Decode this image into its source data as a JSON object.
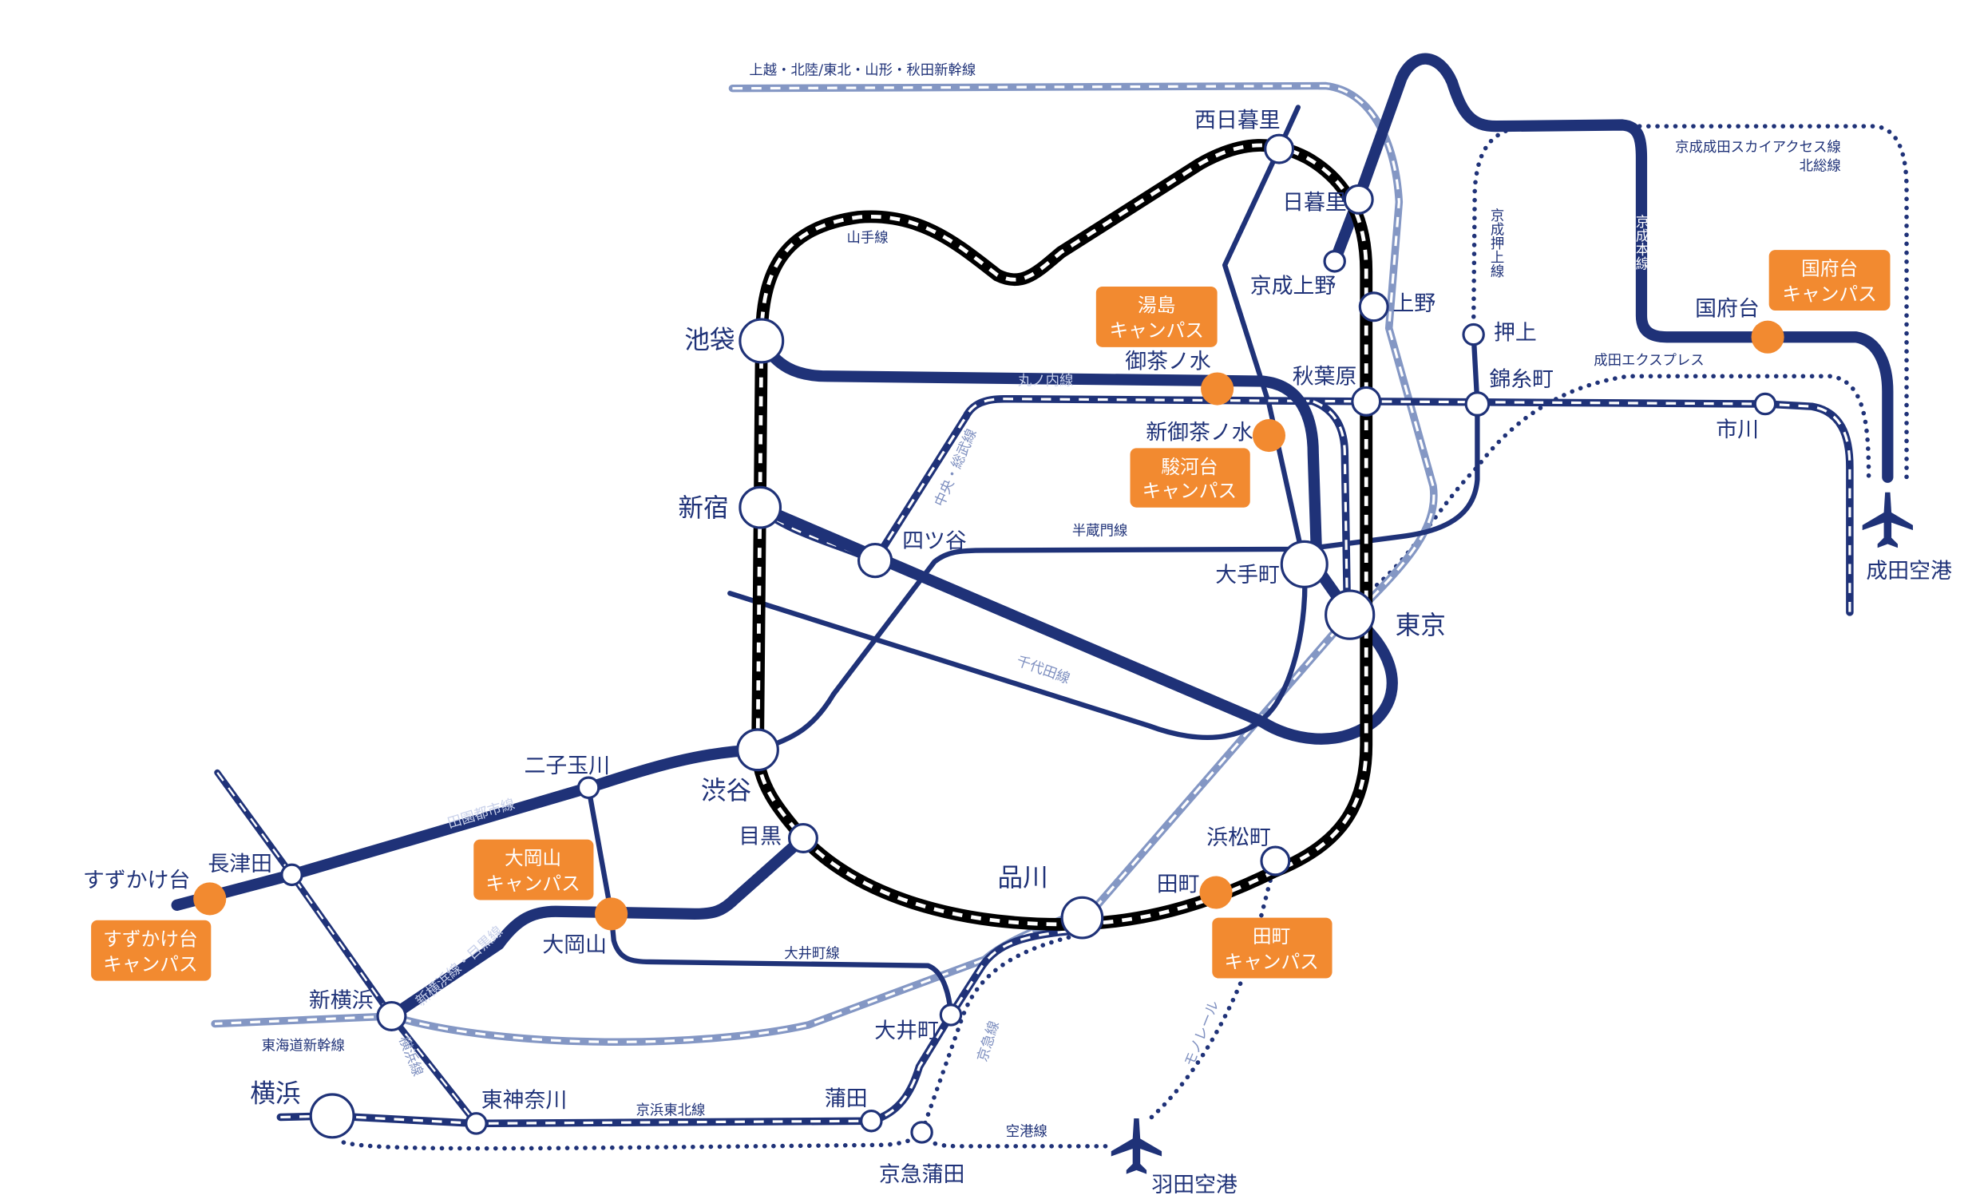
{
  "colors": {
    "navy": "#1f3278",
    "light_blue": "#8497c4",
    "orange": "#f28a30",
    "yamanote": "#000000"
  },
  "stations": [
    {
      "name": "池袋"
    },
    {
      "name": "新宿"
    },
    {
      "name": "四ツ谷"
    },
    {
      "name": "渋谷"
    },
    {
      "name": "目黒"
    },
    {
      "name": "品川"
    },
    {
      "name": "田町"
    },
    {
      "name": "浜松町"
    },
    {
      "name": "東京"
    },
    {
      "name": "大手町"
    },
    {
      "name": "秋葉原"
    },
    {
      "name": "上野"
    },
    {
      "name": "京成上野"
    },
    {
      "name": "日暮里"
    },
    {
      "name": "西日暮里"
    },
    {
      "name": "御茶ノ水"
    },
    {
      "name": "新御茶ノ水"
    },
    {
      "name": "押上"
    },
    {
      "name": "錦糸町"
    },
    {
      "name": "市川"
    },
    {
      "name": "国府台"
    },
    {
      "name": "成田空港"
    },
    {
      "name": "羽田空港"
    },
    {
      "name": "京急蒲田"
    },
    {
      "name": "蒲田"
    },
    {
      "name": "大井町"
    },
    {
      "name": "東神奈川"
    },
    {
      "name": "横浜"
    },
    {
      "name": "新横浜"
    },
    {
      "name": "大岡山"
    },
    {
      "name": "二子玉川"
    },
    {
      "name": "長津田"
    },
    {
      "name": "すずかけ台"
    }
  ],
  "lines": {
    "yamanote": "山手線",
    "marunouchi": "丸ノ内線",
    "chuo_sobu": "中央・総武線",
    "hanzomon": "半蔵門線",
    "chiyoda": "千代田線",
    "denentoshi": "田園都市線",
    "shinyokohama_meguro": "新横浜線・目黒線",
    "oimachi": "大井町線",
    "tokaido_shinkansen": "東海道新幹線",
    "yokohama": "横浜線",
    "keihin_tohoku": "京浜東北線",
    "keikyu": "京急線",
    "airport": "空港線",
    "monorail": "モノレール",
    "north_shinkansen": "上越・北陸/東北・山形・秋田新幹線",
    "skyaccess": "京成成田スカイアクセス線",
    "hokuso": "北総線",
    "keisei_main": "京成本線",
    "keisei_oshiage": "京成押上線",
    "narita_express": "成田エクスプレス"
  },
  "campuses": {
    "yushima": {
      "line1": "湯島",
      "line2": "キャンパス"
    },
    "surugadai": {
      "line1": "駿河台",
      "line2": "キャンパス"
    },
    "kohnodai": {
      "line1": "国府台",
      "line2": "キャンパス"
    },
    "ookayama": {
      "line1": "大岡山",
      "line2": "キャンパス"
    },
    "suzukakedai": {
      "line1": "すずかけ台",
      "line2": "キャンパス"
    },
    "tamachi": {
      "line1": "田町",
      "line2": "キャンパス"
    }
  },
  "icons": {
    "airport": "airplane-icon"
  }
}
